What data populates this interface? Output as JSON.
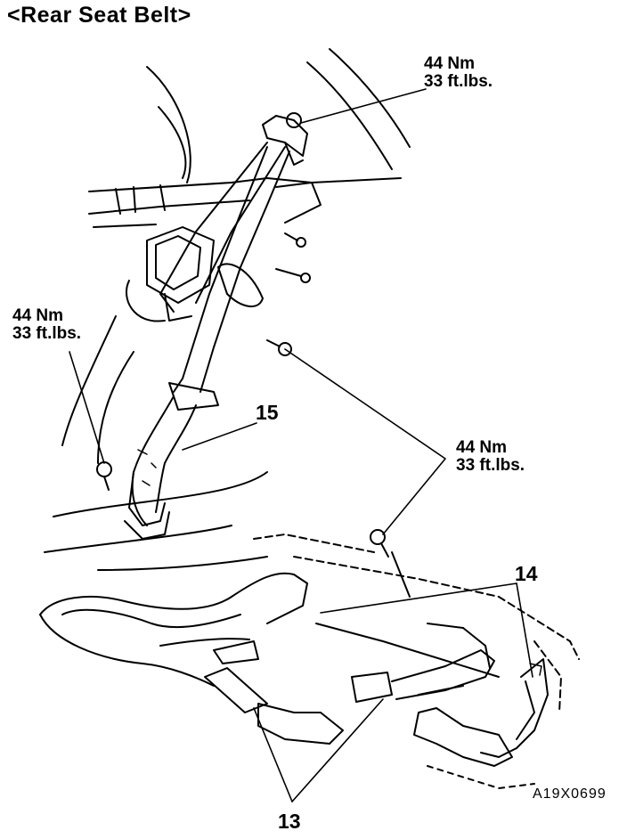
{
  "title": "<Rear Seat Belt>",
  "torque_labels": [
    {
      "nm": "44 Nm",
      "ftlbs": "33 ft.lbs."
    },
    {
      "nm": "44 Nm",
      "ftlbs": "33 ft.lbs."
    },
    {
      "nm": "44 Nm",
      "ftlbs": "33 ft.lbs."
    }
  ],
  "parts": {
    "p13": "13",
    "p14": "14",
    "p15": "15"
  },
  "figure_code": "A19X0699"
}
